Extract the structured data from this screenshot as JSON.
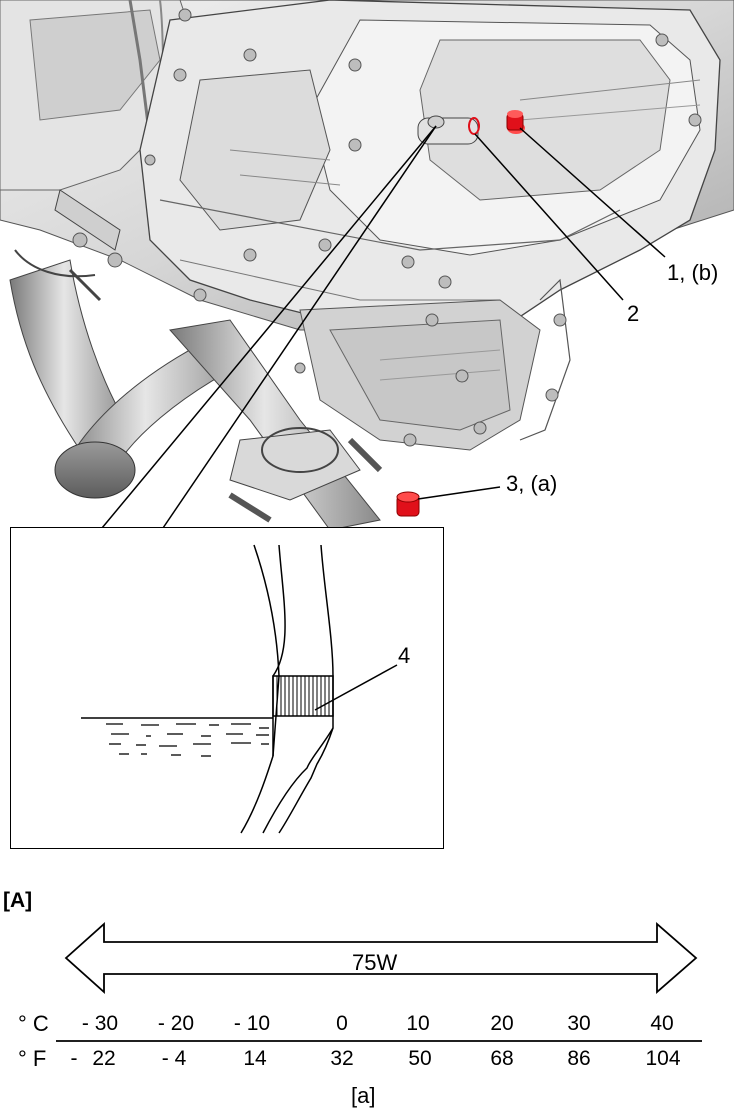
{
  "callouts": {
    "c1": "1, (b)",
    "c2": "2",
    "c3": "3, (a)",
    "c4": "4"
  },
  "section_label": "[A]",
  "viscosity": {
    "grade": "75W",
    "celsius_unit": "° C",
    "fahrenheit_unit": "° F",
    "celsius_ticks": [
      "- 30",
      "- 20",
      "- 10",
      "0",
      "10",
      "20",
      "30",
      "40"
    ],
    "fahrenheit_ticks": [
      "22",
      "- 4",
      "14",
      "32",
      "50",
      "68",
      "86",
      "104"
    ],
    "fahrenheit_first_sign": "-",
    "axis_caption": "[a]"
  },
  "colors": {
    "plug": "#e0101a",
    "housing": "#d8d8d8",
    "outline": "#000000"
  }
}
